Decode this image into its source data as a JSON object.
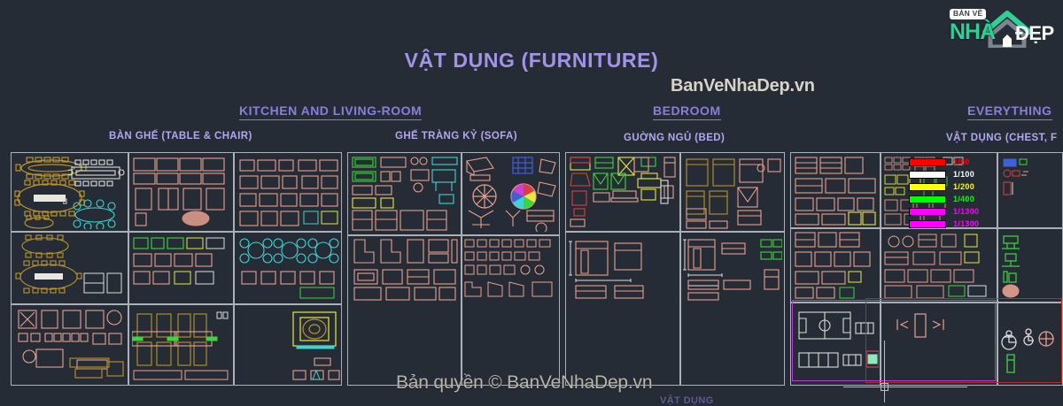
{
  "app": {
    "title": "VẬT DỤNG (FURNITURE)",
    "background_color": "#262c35",
    "panel_border_color": "#aab0b8"
  },
  "logo": {
    "badge_text": "BẢN VẼ",
    "primary_text": "NHÀ",
    "secondary_text": "ĐẸP",
    "icon": "house-icon",
    "primary_color": "#2fcf96",
    "secondary_color": "#ffffff"
  },
  "watermarks": {
    "top": "BanVeNhaDep.vn",
    "bottom": "Bản quyền © BanVeNhaDep.vn",
    "bottom_faint": "VẬT DỤNG"
  },
  "sections": [
    {
      "heading": "KITCHEN AND LIVING-ROOM",
      "subheadings": [
        "BÀN GHẾ (TABLE & CHAIR)",
        "GHẾ TRÀNG KỶ (SOFA)"
      ]
    },
    {
      "heading": "BEDROOM",
      "subheadings": [
        "GUỜNG NGỦ (BED)"
      ]
    },
    {
      "heading": "EVERYTHING",
      "subheadings": [
        "VẬT DỤNG (CHEST, F"
      ]
    }
  ],
  "scale_legend": {
    "title": "",
    "items": [
      {
        "label": "1/50",
        "color": "#ff0000"
      },
      {
        "label": "1/100",
        "color": "#ffffff"
      },
      {
        "label": "1/200",
        "color": "#ffff00"
      },
      {
        "label": "1/400",
        "color": "#00ff00"
      },
      {
        "label": "1/1300",
        "color": "#ff00ff"
      },
      {
        "label": "1/1300",
        "color": "#ff00ff"
      }
    ]
  },
  "cad_colors": {
    "gold": "#b8932f",
    "salmon": "#e8a090",
    "cyan": "#3fd4d4",
    "green": "#3fd43f",
    "yellow": "#e8e83f",
    "white": "#dcdcdc",
    "red": "#d84040",
    "magenta": "#d040d0",
    "blue": "#4060d8"
  }
}
